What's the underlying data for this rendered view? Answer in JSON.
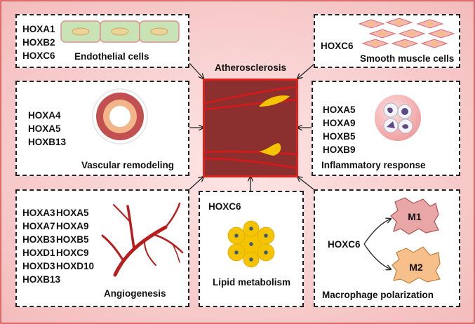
{
  "center": {
    "title": "Atherosclerosis"
  },
  "endothelial": {
    "genes": [
      "HOXA1",
      "HOXB2",
      "HOXC6"
    ],
    "label": "Endothelial cells"
  },
  "smooth_muscle": {
    "genes": [
      "HOXC6"
    ],
    "label": "Smooth muscle cells"
  },
  "vascular": {
    "genes": [
      "HOXA4",
      "HOXA5",
      "HOXB13"
    ],
    "label": "Vascular remodeling"
  },
  "inflammatory": {
    "genes": [
      "HOXA5",
      "HOXA9",
      "HOXB5",
      "HOXB9"
    ],
    "label": "Inflammatory response"
  },
  "angiogenesis": {
    "genes_left": [
      "HOXA3",
      "HOXA7",
      "HOXB3",
      "HOXD1",
      "HOXD3",
      "HOXB13"
    ],
    "genes_right": [
      "HOXA5",
      "HOXA9",
      "HOXB5",
      "HOXC9",
      "HOXD10"
    ],
    "label": "Angiogenesis"
  },
  "lipid": {
    "genes": [
      "HOXC6"
    ],
    "label": "Lipid metabolism"
  },
  "macrophage": {
    "gene": "HOXC6",
    "m1": "M1",
    "m2": "M2",
    "label": "Macrophage polarization"
  },
  "colors": {
    "background": "#f8cfcf",
    "center_fill": "#8b2f2f",
    "center_border": "#e0201a",
    "vessel_line": "#d81818",
    "plaque": "#f5c400",
    "m1": "#e8a6a6",
    "m2": "#f7c08a"
  }
}
